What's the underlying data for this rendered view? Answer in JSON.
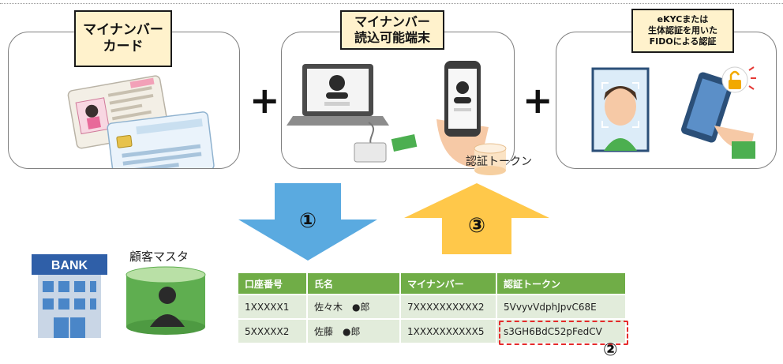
{
  "panels": {
    "card": {
      "label_lines": [
        "マイナンバー",
        "カード"
      ]
    },
    "reader": {
      "label_lines": [
        "マイナンバー",
        "読込可能端末"
      ]
    },
    "auth": {
      "label_lines": [
        "eKYCまたは",
        "生体認証を用いた",
        "FIDOによる認証"
      ]
    }
  },
  "plus": "+",
  "token_label": "認証トークン",
  "arrows": {
    "down_number": "①",
    "up_number": "③",
    "down_color": "#5aaae0",
    "up_color": "#ffc84a"
  },
  "bank": {
    "sign": "BANK"
  },
  "customer_master": {
    "label": "顧客マスタ"
  },
  "table": {
    "headers": [
      "口座番号",
      "氏名",
      "マイナンバー",
      "認証トークン"
    ],
    "rows": [
      [
        "1XXXXX1",
        "佐々木　●郎",
        "7XXXXXXXXXX2",
        "5VvyvVdphJpvC68E"
      ],
      [
        "5XXXXX2",
        "佐藤　●郎",
        "1XXXXXXXXXX5",
        "s3GH6BdC52pFedCV"
      ]
    ],
    "header_color": "#70ad47",
    "row_color": "#e2ecdb"
  },
  "step2_number": "②"
}
